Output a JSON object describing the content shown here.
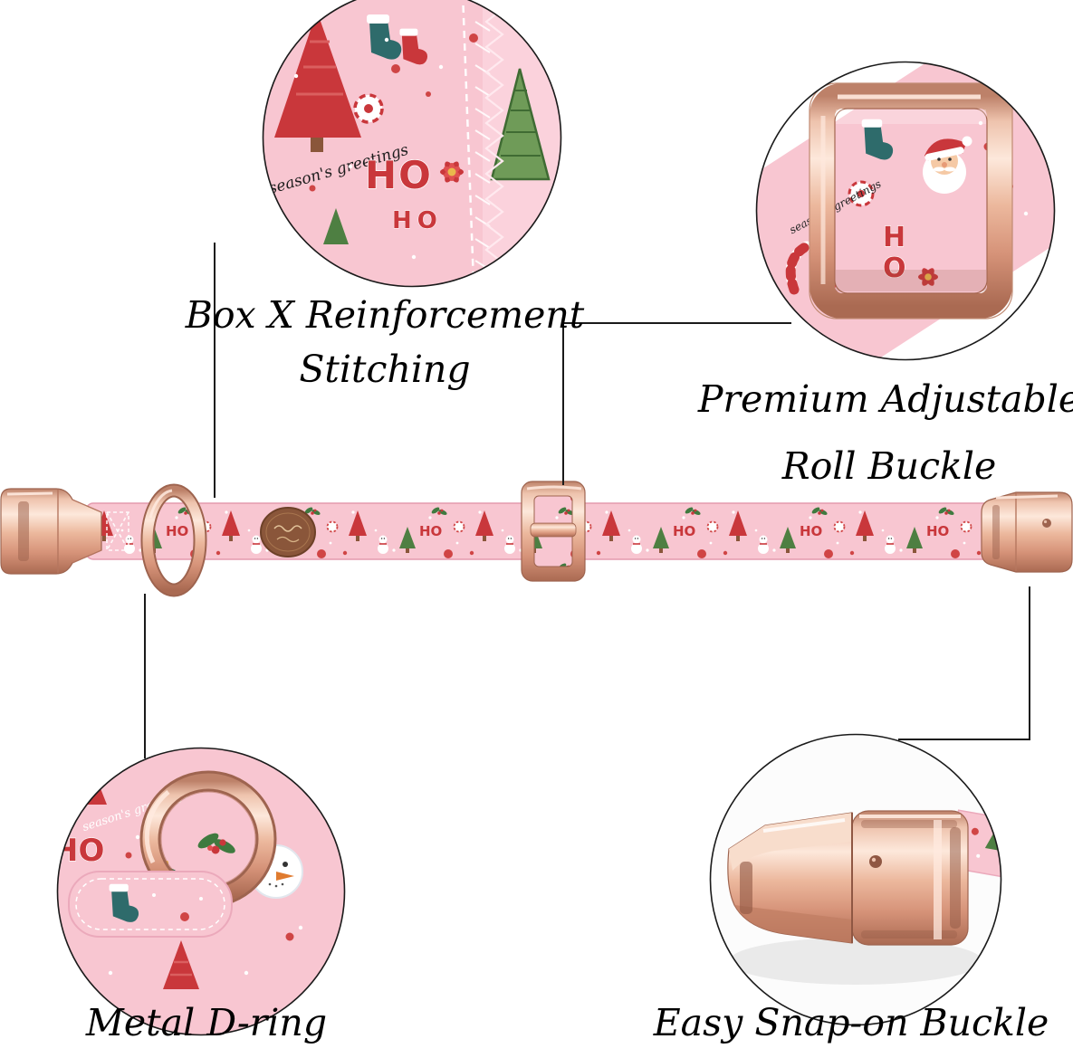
{
  "page": {
    "background": "#ffffff",
    "callout_line_color": "#1a1a1a",
    "text_color": "#000000"
  },
  "labels": {
    "box_x": [
      "Box X Reinforcement",
      "Stitching"
    ],
    "roll_buckle": [
      "Premium Adjustable",
      "Roll Buckle"
    ],
    "d_ring": "Metal D-ring",
    "snap_buckle": "Easy Snap-on Buckle"
  },
  "fabric": {
    "ho_text": "HO",
    "ho_letters": [
      "H",
      "O"
    ],
    "greeting_text": "season's greetings",
    "base_color": "#f8c6d1",
    "red": "#c9373b",
    "green": "#4e7f42",
    "teal": "#2e6b6b",
    "white": "#ffffff"
  },
  "hardware": {
    "rose_gold_highlight": "#fbe3d6",
    "rose_gold_mid": "#e2a78c",
    "rose_gold_shadow": "#b06f58"
  }
}
